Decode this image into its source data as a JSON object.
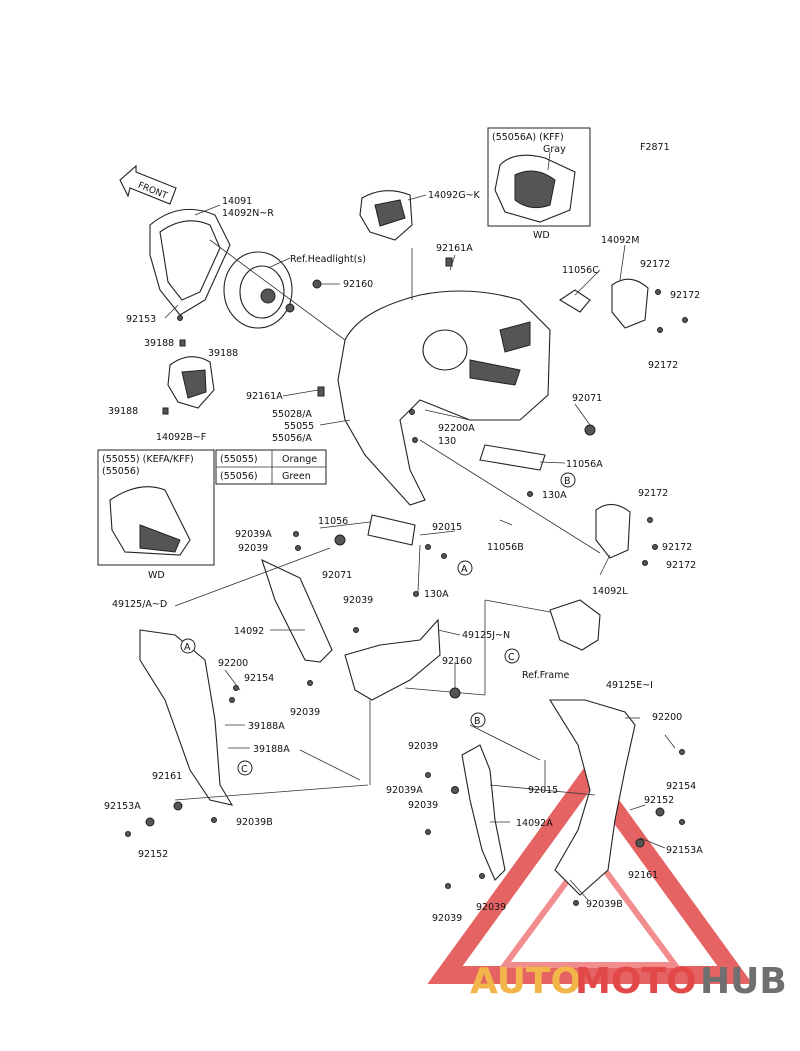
{
  "figure_code": "F2871",
  "front_label": "FRONT",
  "callout_letters": [
    "A",
    "B",
    "C"
  ],
  "inset_top": {
    "title": "(55056A) (KFF)",
    "color": "Gray",
    "tag": "WD"
  },
  "inset_left": {
    "title_line1": "(55055) (KEFA/KFF)",
    "title_line2": "(55056)",
    "tag": "WD"
  },
  "color_table": [
    {
      "code": "(55055)",
      "color": "Orange"
    },
    {
      "code": "(55056)",
      "color": "Green"
    }
  ],
  "parts": [
    "14091",
    "14092N~R",
    "14092G~K",
    "Ref.Headlight(s)",
    "92160",
    "92153",
    "92161A",
    "11056C",
    "14092M",
    "92172",
    "39188",
    "92161A",
    "39188",
    "39188",
    "14092B~F",
    "55028/A",
    "55055",
    "55056/A",
    "92200A",
    "130",
    "92071",
    "11056A",
    "130A",
    "92039A",
    "92039",
    "11056",
    "92015",
    "92071",
    "11056B",
    "92172",
    "14092L",
    "92172",
    "130A",
    "49125/A~D",
    "92039",
    "14092",
    "49125J~N",
    "92200",
    "92154",
    "92160",
    "92039",
    "39188A",
    "39188A",
    "Ref.Frame",
    "49125E~I",
    "92200",
    "92161",
    "92039",
    "92039A",
    "92015",
    "92154",
    "92152",
    "92153A",
    "92039",
    "14092A",
    "92153A",
    "92152",
    "92039B",
    "92161",
    "92039B",
    "92039",
    "92039"
  ],
  "watermark": {
    "part1": "AUTO",
    "part2": "MOTO",
    "part3": "HUB",
    "colors": {
      "auto": "#f2b54a",
      "moto": "#e24848",
      "hub": "#6f6f6f"
    }
  }
}
